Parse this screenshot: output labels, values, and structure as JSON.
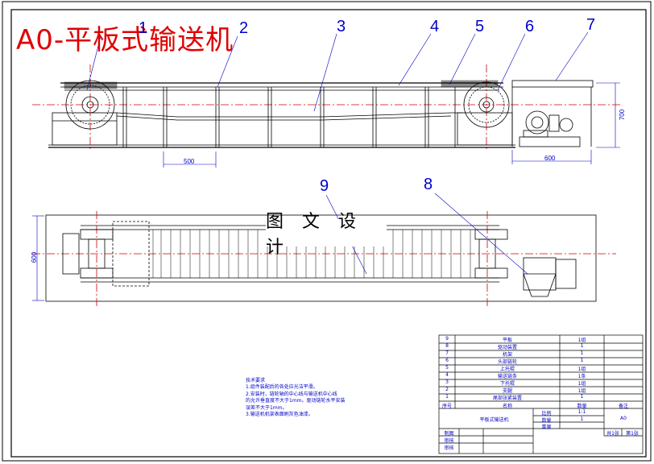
{
  "title": "A0-平板式输送机",
  "callouts": [
    "1",
    "2",
    "3",
    "4",
    "5",
    "6",
    "7",
    "8",
    "9"
  ],
  "dimensions": {
    "pitch": "500",
    "height": "700",
    "motor_base": "600",
    "width": "600"
  },
  "watermark": "图 文 设 计",
  "tech_notes": {
    "heading": "技术要求",
    "lines": [
      "1.组件装配后的各处应光洁平滑。",
      "2.安装时，链轮轴的中心线与输送机中心线",
      "的允许垂直度不大于1mm。驱动链轮水平安装",
      "误差不大于1mm。",
      "3.输送机机架表面刷灰色油漆。"
    ]
  },
  "bom": {
    "rows": [
      {
        "no": "9",
        "name": "平板",
        "qty": "1组",
        "note": ""
      },
      {
        "no": "8",
        "name": "驱动装置",
        "qty": "1",
        "note": ""
      },
      {
        "no": "7",
        "name": "机架",
        "qty": "1",
        "note": ""
      },
      {
        "no": "6",
        "name": "头部链轮",
        "qty": "1",
        "note": ""
      },
      {
        "no": "5",
        "name": "上托辊",
        "qty": "1组",
        "note": ""
      },
      {
        "no": "4",
        "name": "输送链条",
        "qty": "1条",
        "note": ""
      },
      {
        "no": "3",
        "name": "下托辊",
        "qty": "1组",
        "note": ""
      },
      {
        "no": "2",
        "name": "支腿",
        "qty": "1组",
        "note": ""
      },
      {
        "no": "1",
        "name": "尾部张紧装置",
        "qty": "1",
        "note": ""
      }
    ],
    "header": {
      "no": "序号",
      "name": "名称",
      "qty": "数量",
      "note": "备注"
    },
    "title_block": {
      "drawing_name": "平板式输送机",
      "scale_label": "比例",
      "scale": "1:1",
      "qty_label": "数量",
      "qty": "1",
      "weight_label": "重量",
      "size": "A0",
      "sheets": "共1张",
      "sheet_no": "第1张",
      "drawn": "制图",
      "checked": "审核",
      "approved": "审核"
    }
  }
}
